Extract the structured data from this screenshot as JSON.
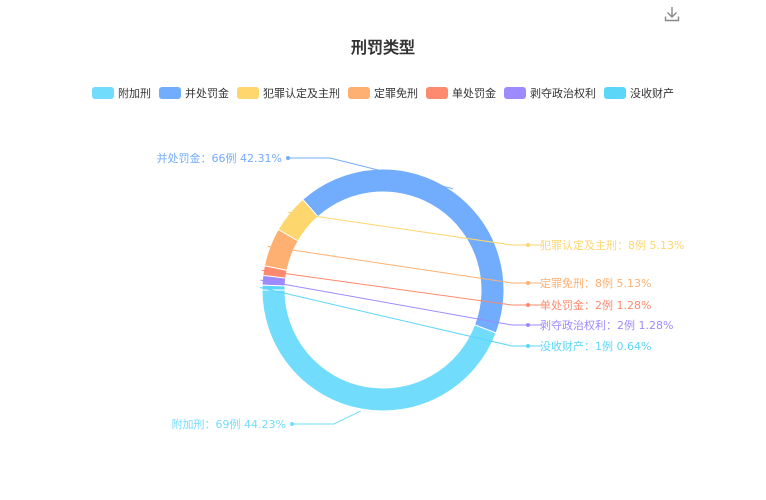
{
  "chart_data": {
    "type": "pie",
    "variant": "donut",
    "title": "刑罚类型",
    "unit": "例",
    "legend_position": "top-center",
    "slices": [
      {
        "name": "附加刑",
        "value": 69,
        "percent": "44.23%",
        "color": "#72dcfd"
      },
      {
        "name": "并处罚金",
        "value": 66,
        "percent": "42.31%",
        "color": "#72acfd"
      },
      {
        "name": "犯罪认定及主刑",
        "value": 8,
        "percent": "5.13%",
        "color": "#fdd66e"
      },
      {
        "name": "定罪免刑",
        "value": 8,
        "percent": "5.13%",
        "color": "#fdb072"
      },
      {
        "name": "单处罚金",
        "value": 2,
        "percent": "1.28%",
        "color": "#fd8a6e"
      },
      {
        "name": "剥夺政治权利",
        "value": 2,
        "percent": "1.28%",
        "color": "#9d8bfd"
      },
      {
        "name": "没收财产",
        "value": 1,
        "percent": "0.64%",
        "color": "#5cd6f8"
      }
    ]
  },
  "toolbar": {
    "download_icon": "download-icon"
  }
}
